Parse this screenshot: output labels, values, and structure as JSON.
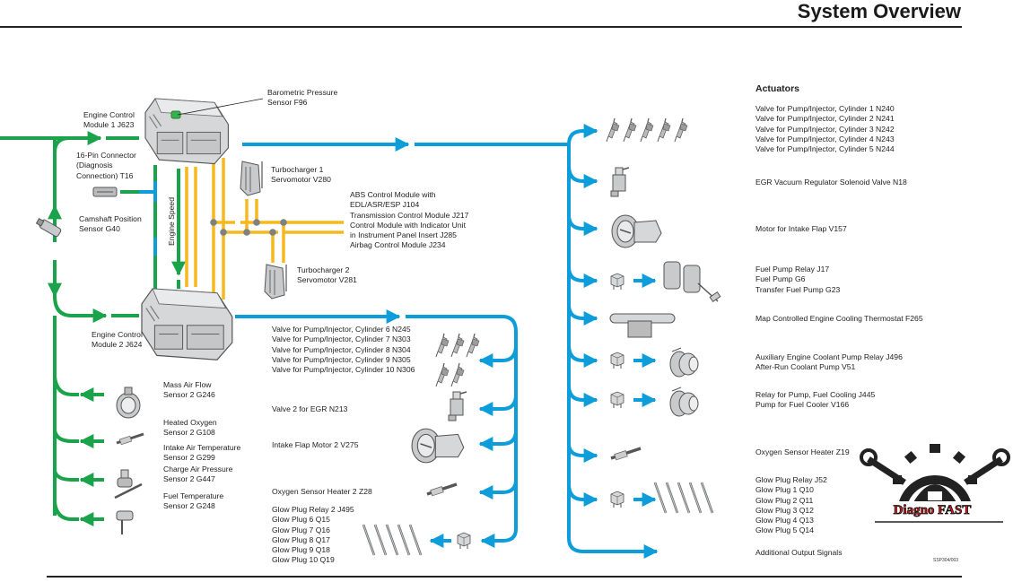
{
  "header": {
    "title": "System Overview"
  },
  "colors": {
    "input_line": "#1aa34a",
    "output_line": "#0d9ddb",
    "can_bus": "#f6b81e",
    "bus_node": "#808080",
    "logo_red": "#e01515"
  },
  "control_modules": {
    "ecm1": "Engine Control\nModule 1 J623",
    "ecm2": "Engine Control\nModule 2 J624",
    "baro": [
      "Barometric Pressure",
      "Sensor F96"
    ],
    "ecm1_lines": [
      "Engine Control",
      "Module 1 J623"
    ],
    "ecm2_lines": [
      "Engine Control",
      "Module 2 J624"
    ]
  },
  "inputs_top": {
    "diag": [
      "16-Pin Connector",
      "(Diagnosis",
      "Connection) T16"
    ],
    "cam": [
      "Camshaft Position",
      "Sensor G40"
    ],
    "engine_speed": "Engine Speed"
  },
  "can_bus": {
    "turbo1": [
      "Turbocharger 1",
      "Servomotor V280"
    ],
    "turbo2": [
      "Turbocharger 2",
      "Servomotor V281"
    ],
    "modules": [
      "ABS Control Module with",
      "EDL/ASR/ESP J104",
      "Transmission Control Module J217",
      "Control Module with Indicator Unit",
      "in Instrument Panel Insert J285",
      "Airbag Control Module J234"
    ]
  },
  "sensors_bank2": [
    [
      "Mass Air Flow",
      "Sensor 2 G246"
    ],
    [
      "Heated Oxygen",
      "Sensor 2 G108"
    ],
    [
      "Intake Air Temperature",
      "Sensor 2 G299"
    ],
    [
      "Charge Air Pressure",
      "Sensor 2 G447"
    ],
    [
      "Fuel Temperature",
      "Sensor 2 G248"
    ]
  ],
  "actuators_bank2": {
    "injectors": [
      "Valve for Pump/Injector, Cylinder 6 N245",
      "Valve for Pump/Injector, Cylinder 7 N303",
      "Valve for Pump/Injector, Cylinder 8 N304",
      "Valve for Pump/Injector, Cylinder 9 N305",
      "Valve for Pump/Injector, Cylinder 10 N306"
    ],
    "egr": "Valve 2 for EGR N213",
    "intake_flap": "Intake Flap Motor 2 V275",
    "o2_heater": "Oxygen Sensor Heater 2 Z28",
    "glow": [
      "Glow Plug Relay 2 J495",
      "Glow Plug 6 Q15",
      "Glow Plug 7 Q16",
      "Glow Plug 8 Q17",
      "Glow Plug 9 Q18",
      "Glow Plug 10 Q19"
    ]
  },
  "actuators": {
    "heading": "Actuators",
    "injectors": [
      "Valve for Pump/Injector, Cylinder 1 N240",
      "Valve for Pump/Injector, Cylinder 2 N241",
      "Valve for Pump/Injector, Cylinder 3 N242",
      "Valve for Pump/Injector, Cylinder 4 N243",
      "Valve for Pump/Injector, Cylinder 5 N244"
    ],
    "egr": "EGR Vacuum Regulator Solenoid Valve N18",
    "intake_flap": "Motor for Intake Flap V157",
    "fuel_pump": [
      "Fuel Pump Relay J17",
      "Fuel Pump G6",
      "Transfer Fuel Pump G23"
    ],
    "thermostat": "Map Controlled Engine Cooling Thermostat F265",
    "coolant": [
      "Auxiliary Engine Coolant Pump Relay J496",
      "After-Run Coolant Pump V51"
    ],
    "fuel_cooling": [
      "Relay for Pump, Fuel Cooling J445",
      "Pump for Fuel Cooler V166"
    ],
    "o2_heater": "Oxygen Sensor Heater Z19",
    "glow": [
      "Glow Plug Relay J52",
      "Glow Plug 1 Q10",
      "Glow Plug 2 Q11",
      "Glow Plug 3 Q12",
      "Glow Plug 4 Q13",
      "Glow Plug 5 Q14"
    ],
    "additional": "Additional Output Signals"
  },
  "logo": {
    "text": "Diagno FAST"
  },
  "figure_ref": "SSP304/003"
}
